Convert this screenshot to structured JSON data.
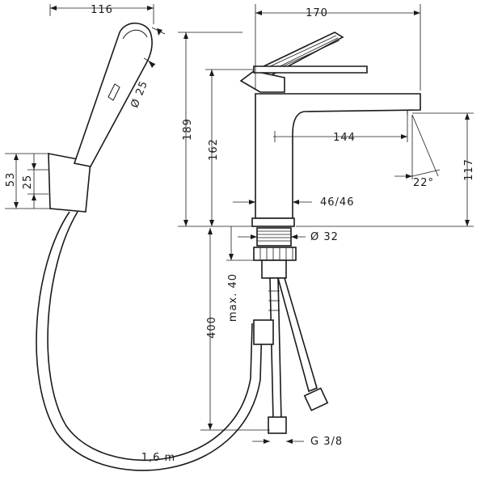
{
  "dimensions": {
    "shower_width": "116",
    "faucet_width": "170",
    "spout_reach": "144",
    "total_height": "189",
    "body_height": "162",
    "spout_height": "117",
    "holder_height_53": "53",
    "holder_height_25": "25",
    "head_diameter": "Ø 25",
    "base_size": "46/46",
    "shank_diameter": "Ø 32",
    "max_thickness": "max. 40",
    "hose_length_400": "400",
    "connection": "G 3/8",
    "shower_hose_length": "1,6 m",
    "spray_angle": "22°"
  }
}
